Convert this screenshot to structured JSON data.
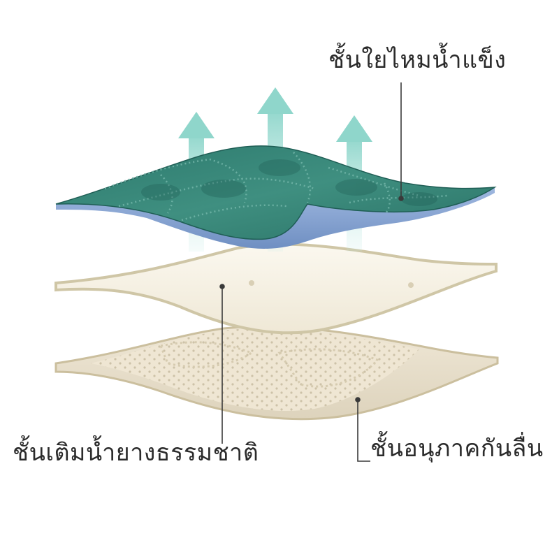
{
  "labels": {
    "top_layer": "ชั้นใยไหมน้ำแข็ง",
    "middle_layer": "ชั้นเติมน้ำยางธรรมชาติ",
    "bottom_layer": "ชั้นอนุภาคกันลื่น"
  },
  "colors": {
    "top_fabric": "#2f7f72",
    "top_fabric_light": "#4f9e8f",
    "top_underside": "#7f9fcf",
    "arrow": "#9fdcd4",
    "latex": "#f6f1e4",
    "latex_edge": "#cfc6a6",
    "base": "#e7dfcc",
    "leader_line": "#3a3a3a"
  },
  "icons": [
    "airflow-arrow-icon",
    "airflow-arrow-icon",
    "airflow-arrow-icon"
  ]
}
